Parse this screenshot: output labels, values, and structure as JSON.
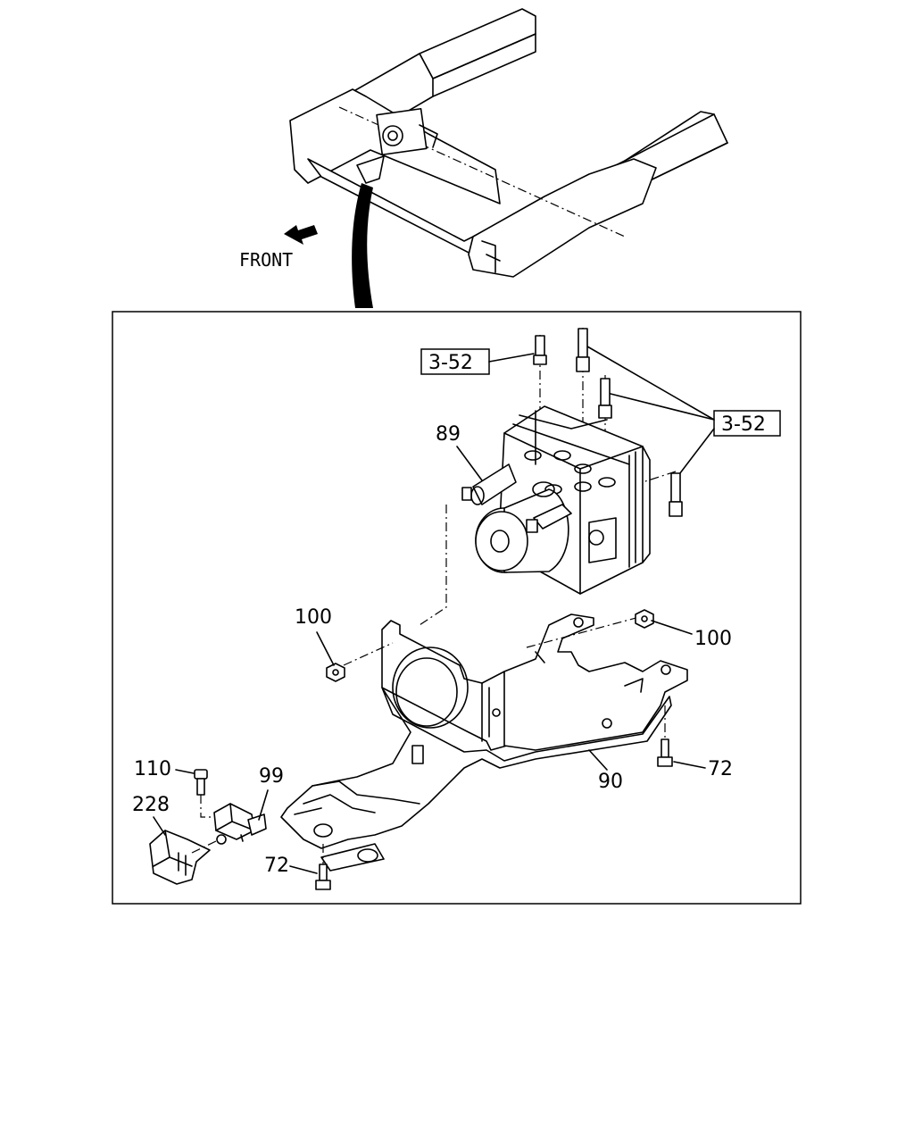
{
  "overview": {
    "front_label": "FRONT"
  },
  "callouts": {
    "ref_top": "3-52",
    "ref_right": "3-52",
    "p89": "89",
    "p100_left": "100",
    "p100_right": "100",
    "p110": "110",
    "p99": "99",
    "p228": "228",
    "p90": "90",
    "p72_right": "72",
    "p72_left": "72"
  },
  "colors": {
    "line": "#000000",
    "background": "#ffffff"
  }
}
